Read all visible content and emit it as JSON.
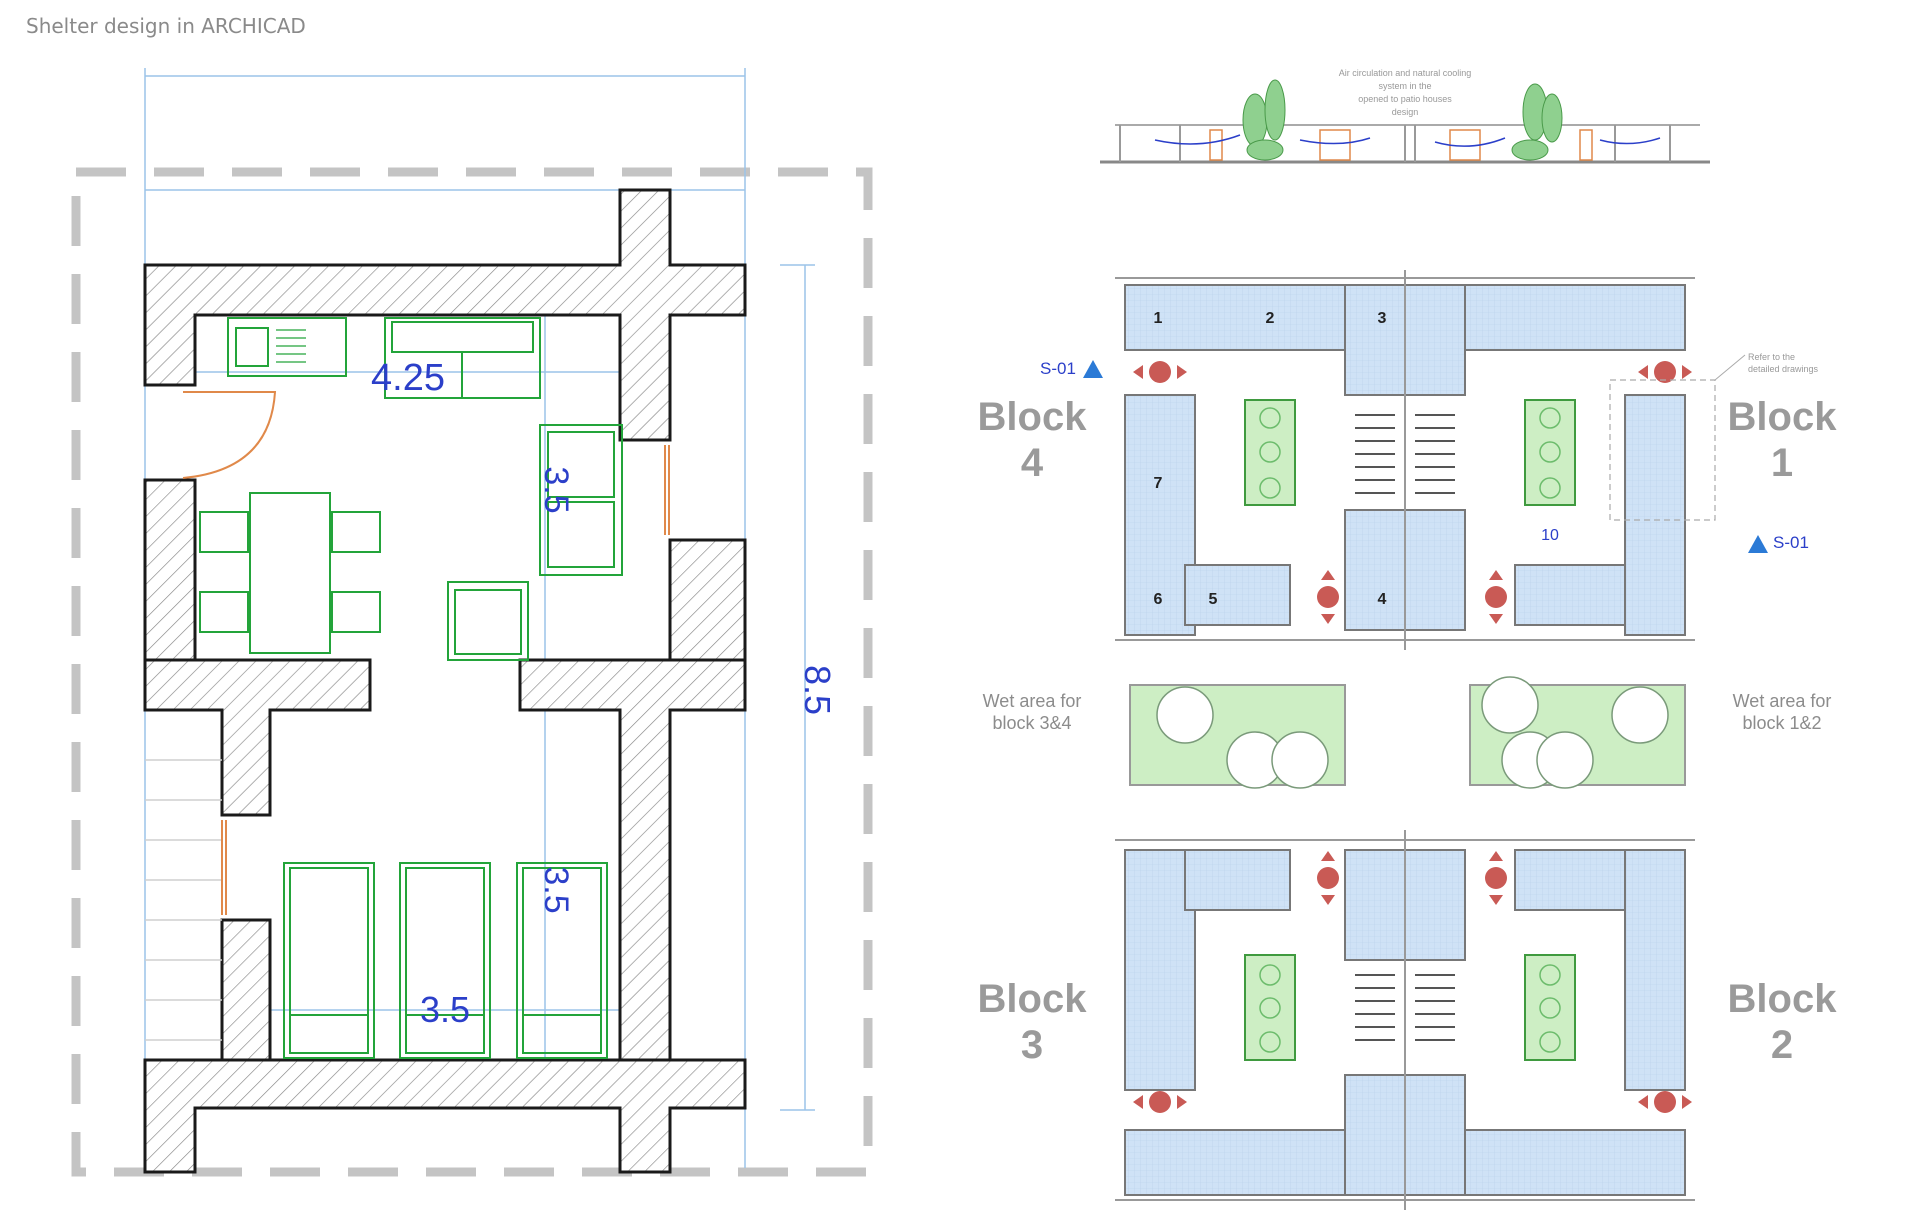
{
  "caption": "Shelter design in ARCHICAD",
  "plan": {
    "dim_overall_height": "8.5",
    "dim_kitchen_width": "4.25",
    "dim_living_depth": "3.5",
    "dim_bedroom_depth": "3.5",
    "dim_bedroom_width": "3.5"
  },
  "section": {
    "note": [
      "Air circulation and natural cooling",
      "system in the",
      "opened to patio houses",
      "design"
    ]
  },
  "site": {
    "block4": [
      "Block",
      "4"
    ],
    "block1": [
      "Block",
      "1"
    ],
    "block3": [
      "Block",
      "3"
    ],
    "block2": [
      "Block",
      "2"
    ],
    "wet_left": [
      "Wet area for",
      "block 3&4"
    ],
    "wet_right": [
      "Wet area for",
      "block 1&2"
    ],
    "section_marker": "S-01",
    "side_note": [
      "Refer to the",
      "detailed drawings"
    ],
    "rooms": [
      "1",
      "2",
      "3",
      "7",
      "10",
      "6",
      "5",
      "4"
    ]
  },
  "colors": {
    "wall": "#1a1a1a",
    "furniture": "#23a43a",
    "dimension": "#2b3fc9",
    "dim_line": "#9cc4e8",
    "dashed_boundary": "#c4c4c4",
    "door": "#e0894a",
    "room_fill": "#cfe2f6",
    "green_fill": "#cdeec4",
    "red_marker": "#c95a55"
  }
}
